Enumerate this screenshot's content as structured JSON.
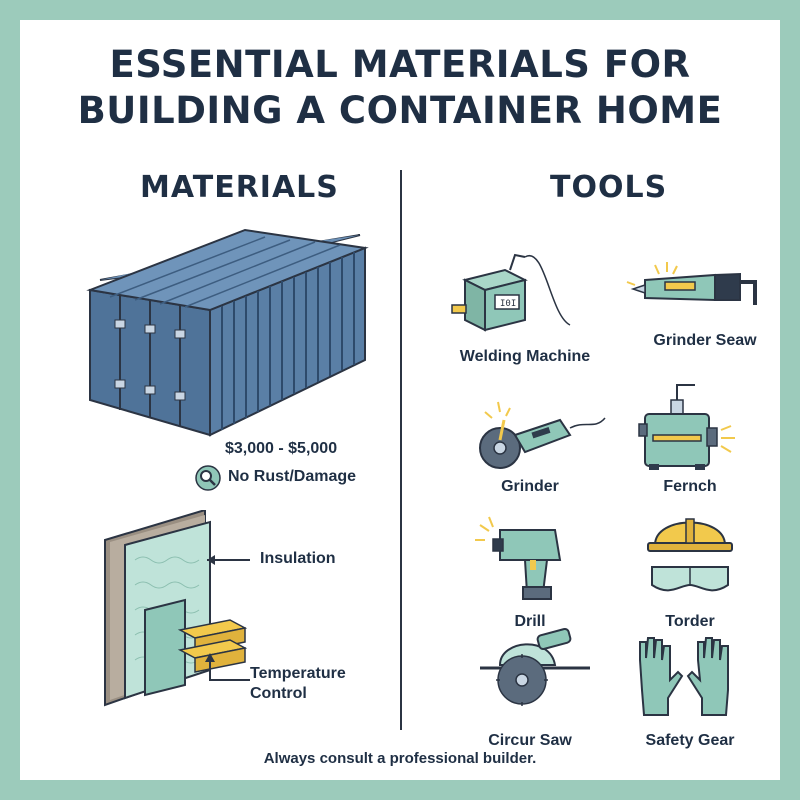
{
  "title": {
    "line1": "Essential Materials for",
    "line2": "Building a Container Home"
  },
  "materials": {
    "heading": "Materials",
    "container": {
      "price": "$3,000 - $5,000",
      "note": "No Rust/Damage",
      "icon": "magnifier-icon"
    },
    "insulation_label": "Insulation",
    "temperature_label_line1": "Temperature",
    "temperature_label_line2": "Control"
  },
  "tools": {
    "heading": "Tools",
    "items": [
      {
        "label": "Welding Machine",
        "icon": "welding-machine-icon"
      },
      {
        "label": "Grinder Seaw",
        "icon": "grinder-saw-icon"
      },
      {
        "label": "Grinder",
        "icon": "grinder-icon"
      },
      {
        "label": "Fernch",
        "icon": "bench-tool-icon"
      },
      {
        "label": "Drill",
        "icon": "drill-icon"
      },
      {
        "label": "Torder",
        "icon": "hard-hat-goggles-icon"
      },
      {
        "label": "Circur Saw",
        "icon": "circular-saw-icon"
      },
      {
        "label": "Safety Gear",
        "icon": "gloves-icon"
      }
    ]
  },
  "footer": "Always consult a professional builder.",
  "colors": {
    "frame": "#9ccbbb",
    "text": "#1f2f44",
    "container": "#4f7399",
    "accent_teal": "#8fc7b8",
    "accent_yellow": "#f2c94c"
  }
}
